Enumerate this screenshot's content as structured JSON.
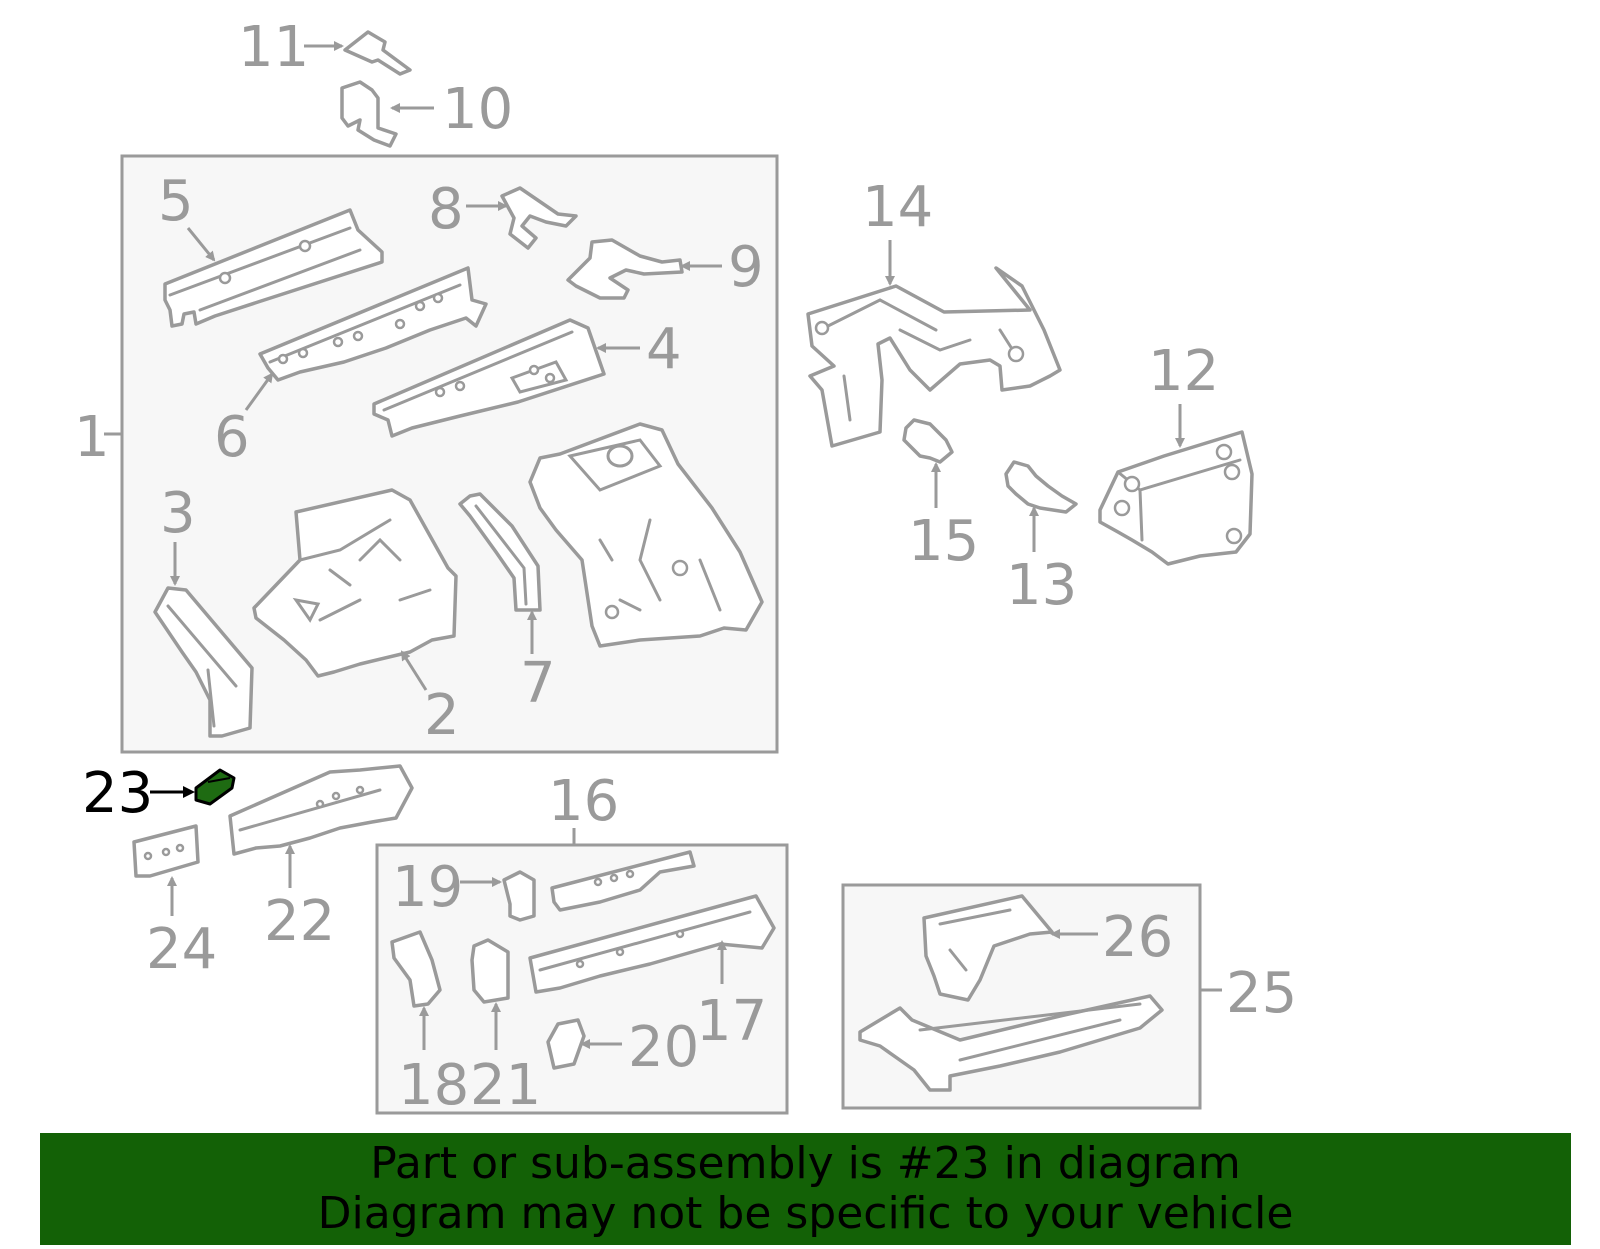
{
  "callouts": {
    "n1": "1",
    "n2": "2",
    "n3": "3",
    "n4": "4",
    "n5": "5",
    "n6": "6",
    "n7": "7",
    "n8": "8",
    "n9": "9",
    "n10": "10",
    "n11": "11",
    "n12": "12",
    "n13": "13",
    "n14": "14",
    "n15": "15",
    "n16": "16",
    "n17": "17",
    "n18": "18",
    "n19": "19",
    "n20": "20",
    "n21": "21",
    "n22": "22",
    "n23": "23",
    "n24": "24",
    "n25": "25",
    "n26": "26"
  },
  "highlight": {
    "part_number": "23",
    "color": "#1e6b12"
  },
  "banner": {
    "line1": "Part or sub-assembly is #23 in diagram",
    "line2": "Diagram may not be specific to your vehicle",
    "background": "#136106"
  }
}
